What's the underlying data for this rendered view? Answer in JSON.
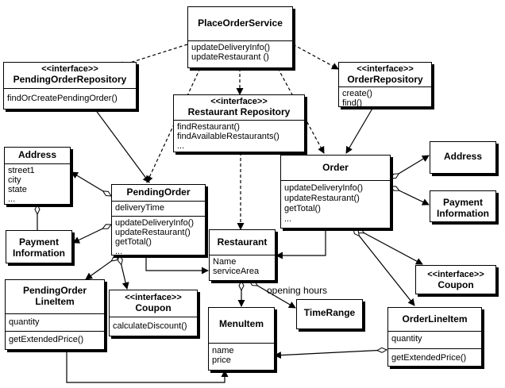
{
  "classes": {
    "place_order_service": {
      "name": "PlaceOrderService",
      "ops": [
        "updateDeliveryInfo()",
        "updateRestaurant ()",
        "..."
      ]
    },
    "pending_order_repository": {
      "stereotype": "<<interface>>",
      "name": "PendingOrderRepository",
      "ops": [
        "findOrCreatePendingOrder()"
      ]
    },
    "restaurant_repository": {
      "stereotype": "<<interface>>",
      "name": "Restaurant Repository",
      "ops": [
        "findRestaurant()",
        "findAvailableRestaurants()",
        "..."
      ]
    },
    "order_repository": {
      "stereotype": "<<interface>>",
      "name": "OrderRepository",
      "ops": [
        "create()",
        "find()"
      ]
    },
    "address_left": {
      "name": "Address",
      "attrs": [
        "street1",
        "city",
        "state",
        "..."
      ]
    },
    "payment_info_left": {
      "name": "Payment Information"
    },
    "pending_order": {
      "name": "PendingOrder",
      "attrs": [
        "deliveryTime"
      ],
      "ops": [
        "updateDeliveryInfo()",
        "updateRestaurant()",
        "getTotal()",
        "..."
      ]
    },
    "order": {
      "name": "Order",
      "ops": [
        "updateDeliveryInfo()",
        "updateRestaurant()",
        "getTotal()",
        "..."
      ]
    },
    "address_right": {
      "name": "Address"
    },
    "payment_info_right": {
      "name": "Payment Information"
    },
    "restaurant": {
      "name": "Restaurant",
      "attrs": [
        "Name",
        "serviceArea"
      ]
    },
    "pending_order_line_item": {
      "name": "PendingOrder LineItem",
      "attrs": [
        "quantity"
      ],
      "ops": [
        "getExtendedPrice()"
      ]
    },
    "coupon_left": {
      "stereotype": "<<interface>>",
      "name": "Coupon",
      "ops": [
        "calculateDiscount()"
      ]
    },
    "coupon_right": {
      "stereotype": "<<interface>>",
      "name": "Coupon"
    },
    "menu_item": {
      "name": "MenuItem",
      "attrs": [
        "name",
        "price"
      ]
    },
    "time_range": {
      "name": "TimeRange"
    },
    "order_line_item": {
      "name": "OrderLineItem",
      "attrs": [
        "quantity"
      ],
      "ops": [
        "getExtendedPrice()"
      ]
    }
  },
  "labels": {
    "opening_hours": "opening hours"
  }
}
